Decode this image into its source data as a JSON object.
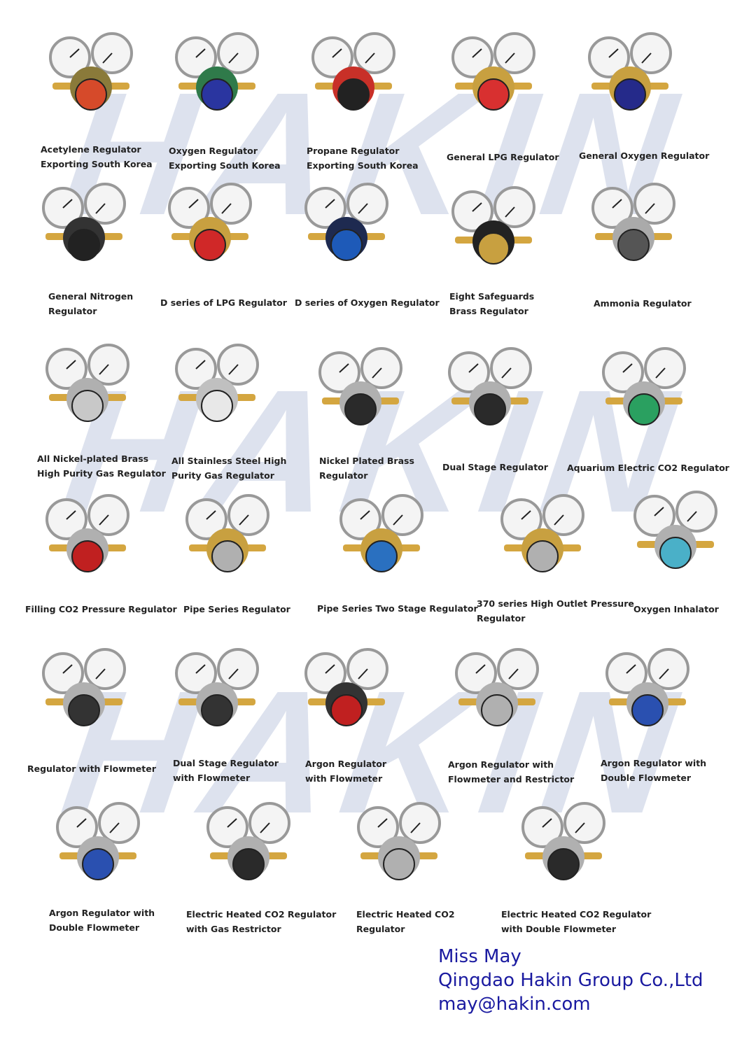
{
  "watermark": "HAKIN",
  "products": [
    {
      "lines": [
        "Acetylene Regulator",
        "Exporting South Korea"
      ],
      "knob_color": "#d64a2a",
      "body_color": "#8a7a3a"
    },
    {
      "lines": [
        "Oxygen Regulator",
        "Exporting South Korea"
      ],
      "knob_color": "#2a35a0",
      "body_color": "#2f7a4a"
    },
    {
      "lines": [
        "Propane Regulator",
        "Exporting South Korea"
      ],
      "knob_color": "#222222",
      "body_color": "#c83028"
    },
    {
      "lines": [
        "General LPG Regulator"
      ],
      "knob_color": "#d83030",
      "body_color": "#c8a040"
    },
    {
      "lines": [
        "General Oxygen Regulator"
      ],
      "knob_color": "#252a8a",
      "body_color": "#c8a040"
    },
    {
      "lines": [
        "General Nitrogen",
        "Regulator"
      ],
      "knob_color": "#222222",
      "body_color": "#333333"
    },
    {
      "lines": [
        "D series of LPG Regulator"
      ],
      "knob_color": "#d02828",
      "body_color": "#c8a040"
    },
    {
      "lines": [
        "D series of Oxygen Regulator"
      ],
      "knob_color": "#1e5ab8",
      "body_color": "#1e2a50"
    },
    {
      "lines": [
        "Eight Safeguards",
        "Brass Regulator"
      ],
      "knob_color": "#c8a040",
      "body_color": "#222222"
    },
    {
      "lines": [
        "Ammonia Regulator"
      ],
      "knob_color": "#555555",
      "body_color": "#aaaaaa"
    },
    {
      "lines": [
        "All Nickel-plated  Brass",
        "High Purity Gas Regulator"
      ],
      "knob_color": "#c8c8c8",
      "body_color": "#b0b0b0"
    },
    {
      "lines": [
        "All Stainless Steel High",
        "Purity Gas Regulator"
      ],
      "knob_color": "#e8e8e8",
      "body_color": "#c0c0c0"
    },
    {
      "lines": [
        "Nickel Plated Brass",
        "Regulator"
      ],
      "knob_color": "#2a2a2a",
      "body_color": "#b0b0b0"
    },
    {
      "lines": [
        "Dual Stage Regulator"
      ],
      "knob_color": "#2a2a2a",
      "body_color": "#b0b0b0"
    },
    {
      "lines": [
        "Aquarium Electric CO2 Regulator"
      ],
      "knob_color": "#2aa060",
      "body_color": "#b0b0b0"
    },
    {
      "lines": [
        "Filling CO2 Pressure Regulator"
      ],
      "knob_color": "#c02020",
      "body_color": "#b0b0b0"
    },
    {
      "lines": [
        "Pipe Series Regulator"
      ],
      "knob_color": "#b0b0b0",
      "body_color": "#c8a040"
    },
    {
      "lines": [
        "Pipe Series Two Stage Regulator"
      ],
      "knob_color": "#2a70c0",
      "body_color": "#c8a040"
    },
    {
      "lines": [
        "370 series High Outlet  Pressure",
        "Regulator"
      ],
      "knob_color": "#b0b0b0",
      "body_color": "#c8a040"
    },
    {
      "lines": [
        "Oxygen Inhalator"
      ],
      "knob_color": "#4ab0c8",
      "body_color": "#b0b0b0"
    },
    {
      "lines": [
        "Regulator with Flowmeter"
      ],
      "knob_color": "#333333",
      "body_color": "#b0b0b0"
    },
    {
      "lines": [
        "Dual Stage Regulator",
        "with Flowmeter"
      ],
      "knob_color": "#333333",
      "body_color": "#b0b0b0"
    },
    {
      "lines": [
        "Argon Regulator",
        "with Flowmeter"
      ],
      "knob_color": "#c02020",
      "body_color": "#333333"
    },
    {
      "lines": [
        "Argon Regulator with",
        "Flowmeter and Restrictor"
      ],
      "knob_color": "#b0b0b0",
      "body_color": "#b0b0b0"
    },
    {
      "lines": [
        "Argon Regulator with",
        "Double Flowmeter"
      ],
      "knob_color": "#2a50b0",
      "body_color": "#b0b0b0"
    },
    {
      "lines": [
        "Argon Regulator with",
        "Double Flowmeter"
      ],
      "knob_color": "#2a50b0",
      "body_color": "#b0b0b0"
    },
    {
      "lines": [
        "Electric Heated CO2 Regulator",
        "with Gas Restrictor"
      ],
      "knob_color": "#2a2a2a",
      "body_color": "#b0b0b0"
    },
    {
      "lines": [
        "Electric Heated CO2",
        "Regulator"
      ],
      "knob_color": "#b0b0b0",
      "body_color": "#b0b0b0"
    },
    {
      "lines": [
        "Electric Heated CO2 Regulator",
        "with Double Flowmeter"
      ],
      "knob_color": "#2a2a2a",
      "body_color": "#b0b0b0"
    }
  ],
  "contact": {
    "name": "Miss May",
    "company": "Qingdao Hakin Group Co.,Ltd",
    "email": "may@hakin.com"
  },
  "colors": {
    "contact_text": "#1a1aa0",
    "watermark": "#dde2ee"
  }
}
